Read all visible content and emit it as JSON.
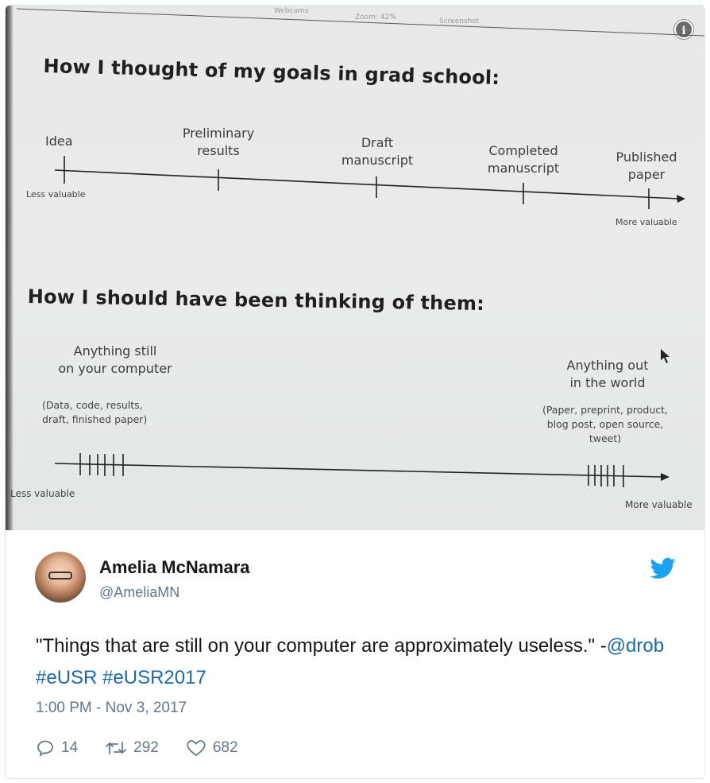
{
  "photo": {
    "topbar": {
      "webcams": "Webcams",
      "zoom": "Zoom: 42%",
      "screenshot": "Screenshot"
    },
    "heading1": "How I thought of my goals in grad school:",
    "timeline1": {
      "stages": [
        "Idea",
        "Preliminary\nresults",
        "Draft\nmanuscript",
        "Completed\nmanuscript",
        "Published\npaper"
      ],
      "left_label": "Less valuable",
      "right_label": "More valuable"
    },
    "heading2": "How I should have been thinking of them:",
    "timeline2": {
      "left_title": "Anything still\non your computer",
      "left_sub": "(Data, code, results,\ndraft, finished paper)",
      "right_title": "Anything out\nin the world",
      "right_sub": "(Paper, preprint, product,\nblog post, open source,\ntweet)",
      "left_label": "Less valuable",
      "right_label": "More valuable"
    }
  },
  "tweet": {
    "name": "Amelia McNamara",
    "handle": "@AmeliaMN",
    "text_plain": "\"Things that are still on your computer are approximately useless.\" -",
    "mention": "@drob",
    "hashtag1": "#eUSR",
    "hashtag2": "#eUSR2017",
    "timestamp": "1:00 PM - Nov 3, 2017",
    "replies": "14",
    "retweets": "292",
    "likes": "682",
    "colors": {
      "link": "#1b6aa5",
      "bird": "#1da1f2",
      "muted": "#657786"
    }
  }
}
